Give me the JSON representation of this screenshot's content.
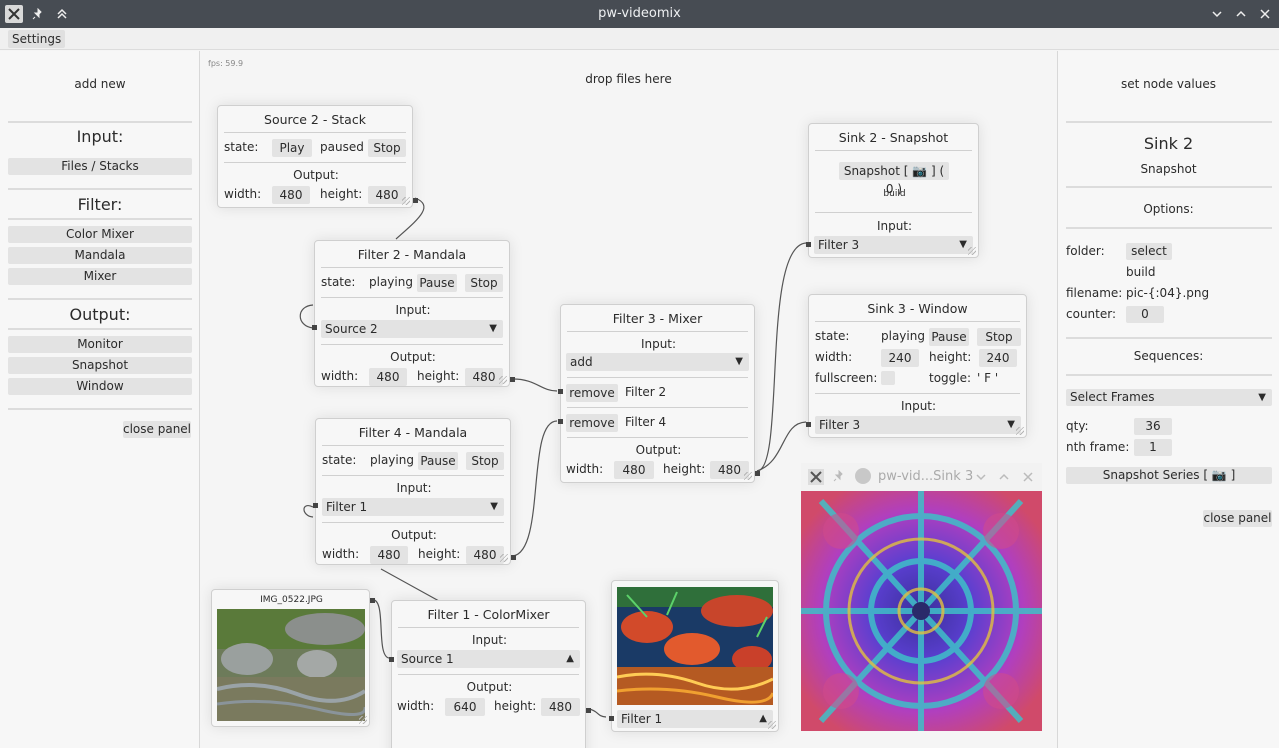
{
  "window": {
    "title": "pw-videomix"
  },
  "menu": {
    "settings": "Settings"
  },
  "left_panel": {
    "add_new": "add new",
    "input_header": "Input:",
    "input_items": [
      "Files / Stacks"
    ],
    "filter_header": "Filter:",
    "filter_items": [
      "Color Mixer",
      "Mandala",
      "Mixer"
    ],
    "output_header": "Output:",
    "output_items": [
      "Monitor",
      "Snapshot",
      "Window"
    ],
    "close": "close panel"
  },
  "canvas": {
    "fps": "fps: 59.9",
    "drop_hint": "drop files here"
  },
  "nodes": {
    "source2": {
      "title": "Source 2 - Stack",
      "state_label": "state:",
      "play": "Play",
      "state": "paused",
      "stop": "Stop",
      "output_label": "Output:",
      "width_label": "width:",
      "width": "480",
      "height_label": "height:",
      "height": "480"
    },
    "filter2": {
      "title": "Filter 2 - Mandala",
      "state_label": "state:",
      "state": "playing",
      "pause": "Pause",
      "stop": "Stop",
      "input_label": "Input:",
      "input": "Source 2",
      "output_label": "Output:",
      "width_label": "width:",
      "width": "480",
      "height_label": "height:",
      "height": "480"
    },
    "filter4": {
      "title": "Filter 4 - Mandala",
      "state_label": "state:",
      "state": "playing",
      "pause": "Pause",
      "stop": "Stop",
      "input_label": "Input:",
      "input": "Filter 1",
      "output_label": "Output:",
      "width_label": "width:",
      "width": "480",
      "height_label": "height:",
      "height": "480"
    },
    "filter3": {
      "title": "Filter 3 - Mixer",
      "input_label": "Input:",
      "add": "add",
      "remove": "remove",
      "in1": "Filter 2",
      "in2": "Filter 4",
      "output_label": "Output:",
      "width_label": "width:",
      "width": "480",
      "height_label": "height:",
      "height": "480"
    },
    "filter1": {
      "title": "Filter 1 - ColorMixer",
      "input_label": "Input:",
      "input": "Source 1",
      "output_label": "Output:",
      "width_label": "width:",
      "width": "640",
      "height_label": "height:",
      "height": "480"
    },
    "sink2": {
      "title": "Sink 2 - Snapshot",
      "snapshot_btn": "Snapshot [ 📷 ] ( 0 )",
      "build": "build",
      "input_label": "Input:",
      "input": "Filter 3"
    },
    "sink3": {
      "title": "Sink 3 - Window",
      "state_label": "state:",
      "state": "playing",
      "pause": "Pause",
      "stop": "Stop",
      "width_label": "width:",
      "width": "240",
      "height_label": "height:",
      "height": "240",
      "fullscreen_label": "fullscreen:",
      "toggle_label": "toggle:",
      "toggle": "' F '",
      "input_label": "Input:",
      "input": "Filter 3"
    },
    "image": {
      "filename": "IMG_0522.JPG"
    },
    "monitor": {
      "input": "Filter 1"
    }
  },
  "float_window": {
    "title": "pw-vid...Sink 3"
  },
  "right_panel": {
    "header": "set node values",
    "node_name": "Sink 2",
    "node_type": "Snapshot",
    "options": "Options:",
    "folder_label": "folder:",
    "select": "select",
    "folder": "build",
    "filename_label": "filename:",
    "filename": "pic-{:04}.png",
    "counter_label": "counter:",
    "counter": "0",
    "sequences": "Sequences:",
    "select_frames": "Select Frames",
    "qty_label": "qty:",
    "qty": "36",
    "nth_label": "nth frame:",
    "nth": "1",
    "series_btn": "Snapshot Series [ 📷 ]",
    "close": "close panel"
  },
  "icons": [
    "app-icon",
    "pin-icon",
    "chevrons-up-icon",
    "chevron-down-icon",
    "chevron-up-icon",
    "close-icon",
    "dropdown-arrow-icon"
  ],
  "colors": {
    "titlebar": "#474c53",
    "panel": "#f7f7f7",
    "button": "#e3e3e3"
  }
}
